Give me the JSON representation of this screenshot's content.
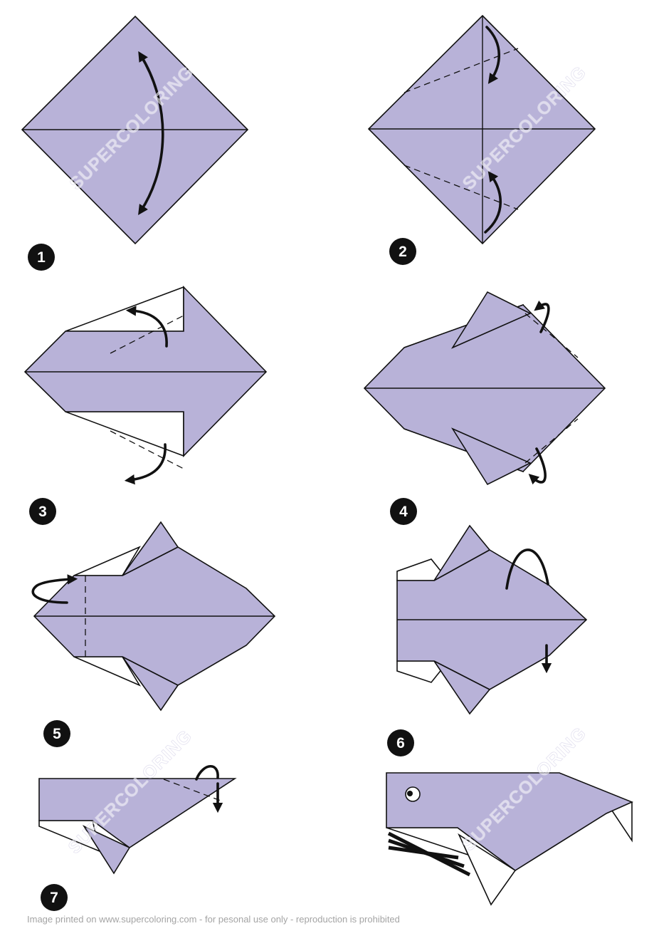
{
  "steps": [
    {
      "number": "1"
    },
    {
      "number": "2"
    },
    {
      "number": "3"
    },
    {
      "number": "4"
    },
    {
      "number": "5"
    },
    {
      "number": "6"
    },
    {
      "number": "7"
    }
  ],
  "watermark": "SUPERCOLORING",
  "footer": "Image printed on www.supercoloring.com - for pesonal use only - reproduction is prohibited",
  "colors": {
    "paper": "#b8b2d8",
    "outline": "#111111",
    "footer_text": "#a4a4a4"
  }
}
